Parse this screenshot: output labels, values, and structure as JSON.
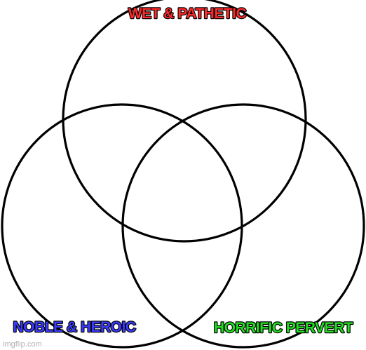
{
  "diagram": {
    "type": "venn",
    "sets": [
      {
        "id": "top",
        "label": "WET & PATHETIC",
        "label_color": "#ff2a2a"
      },
      {
        "id": "left",
        "label": "NOBLE & HEROIC",
        "label_color": "#3b3bff"
      },
      {
        "id": "right",
        "label": "HORRIFIC PERVERT",
        "label_color": "#22dd22"
      }
    ],
    "outline_color": "#000000"
  },
  "watermark": {
    "text": "imgflip.com"
  }
}
